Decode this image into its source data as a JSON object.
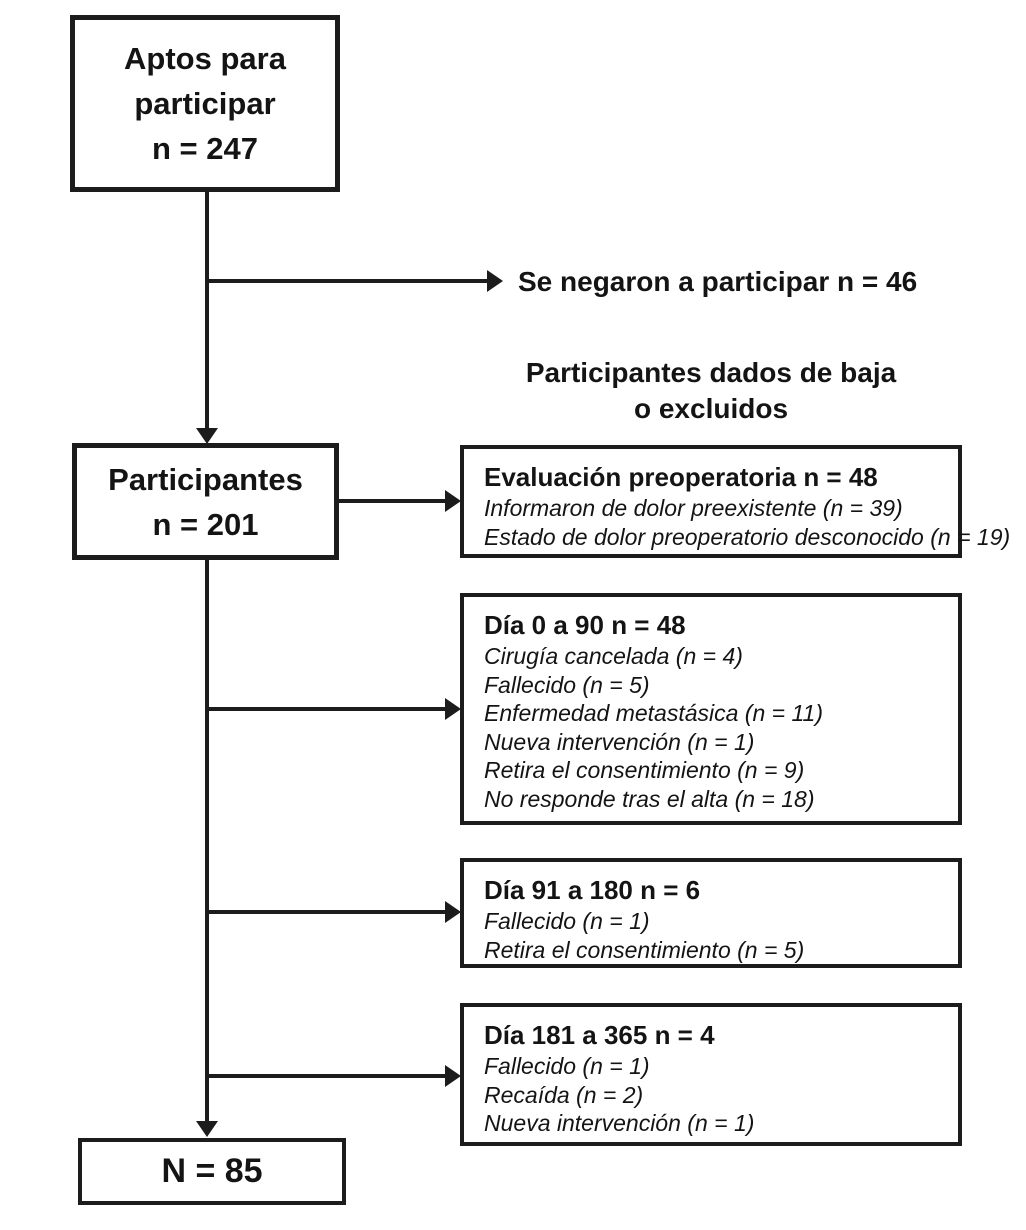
{
  "diagram": {
    "top_box": {
      "lines": [
        "Aptos para",
        "participar",
        "n = 247"
      ]
    },
    "refused_label": "Se negaron a participar n = 46",
    "exclusions_heading": {
      "line1": "Participantes dados de baja",
      "line2": "o excluidos"
    },
    "participants_box": {
      "lines": [
        "Participantes",
        "n = 201"
      ]
    },
    "final_box": {
      "label": "N = 85"
    },
    "exclusion_boxes": [
      {
        "title": "Evaluación preoperatoria n = 48",
        "items": [
          "Informaron de dolor preexistente (n = 39)",
          "Estado de dolor preoperatorio desconocido (n = 19)"
        ]
      },
      {
        "title": "Día 0 a 90 n = 48",
        "items": [
          "Cirugía cancelada (n = 4)",
          "Fallecido (n = 5)",
          "Enfermedad metastásica (n = 11)",
          "Nueva intervención (n = 1)",
          "Retira el consentimiento (n = 9)",
          "No responde tras el alta (n = 18)"
        ]
      },
      {
        "title": "Día 91 a 180 n = 6",
        "items": [
          "Fallecido (n = 1)",
          "Retira el consentimiento (n = 5)"
        ]
      },
      {
        "title": "Día 181 a 365 n = 4",
        "items": [
          "Fallecido (n = 1)",
          "Recaída (n = 2)",
          "Nueva intervención (n = 1)"
        ]
      }
    ],
    "colors": {
      "line": "#1c1c1c",
      "text": "#141414",
      "background": "#ffffff"
    }
  }
}
